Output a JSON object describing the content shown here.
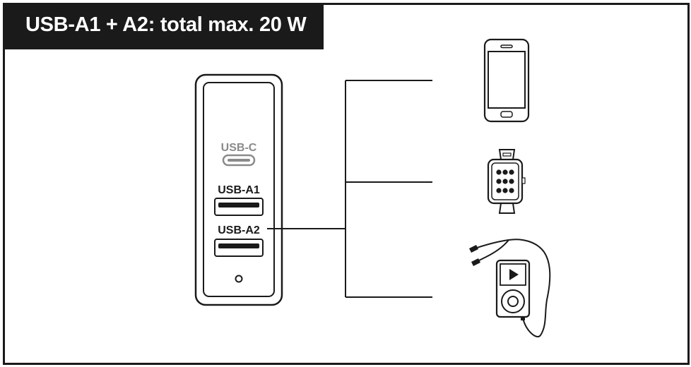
{
  "title": "USB-A1 + A2: total max. 20 W",
  "charger": {
    "ports": [
      {
        "id": "usb-c",
        "label": "USB-C",
        "active": false
      },
      {
        "id": "usb-a1",
        "label": "USB-A1",
        "active": true
      },
      {
        "id": "usb-a2",
        "label": "USB-A2",
        "active": true
      }
    ]
  },
  "devices": [
    {
      "name": "smartphone",
      "icon": "smartphone-icon"
    },
    {
      "name": "smartwatch",
      "icon": "smartwatch-icon"
    },
    {
      "name": "mp3-player",
      "icon": "mp3-player-icon"
    }
  ],
  "colors": {
    "line": "#1a1a1a",
    "inactive": "#8a8a8a",
    "panel": "#ffffff"
  }
}
